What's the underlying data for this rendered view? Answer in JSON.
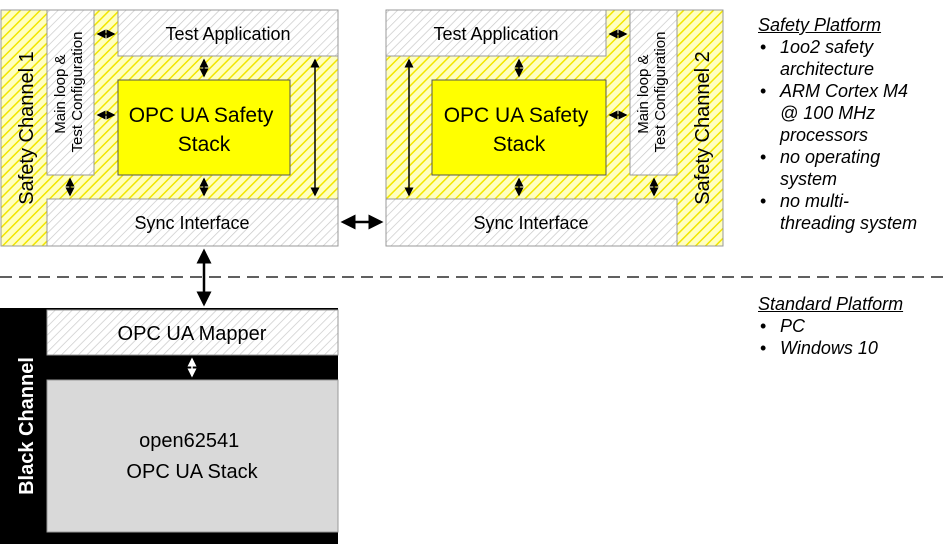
{
  "channels": {
    "safety1_label": "Safety Channel 1",
    "safety2_label": "Safety Channel 2",
    "black_label": "Black Channel"
  },
  "boxes": {
    "test_app_1": "Test Application",
    "test_app_2": "Test Application",
    "safety_stack_1": [
      "OPC UA Safety",
      "Stack"
    ],
    "safety_stack_2": [
      "OPC UA Safety",
      "Stack"
    ],
    "main_loop_1": [
      "Main loop &",
      "Test Configuration"
    ],
    "main_loop_2": [
      "Main loop &",
      "Test Configuration"
    ],
    "sync_1": "Sync Interface",
    "sync_2": "Sync Interface",
    "mapper": "OPC UA Mapper",
    "open62541": [
      "open62541",
      "OPC UA Stack"
    ]
  },
  "legend": {
    "safety": {
      "heading": "Safety Platform",
      "items": [
        [
          "1oo2 safety",
          "architecture"
        ],
        [
          "ARM Cortex M4",
          "@ 100 MHz",
          "processors"
        ],
        [
          "no operating",
          "system"
        ],
        [
          "no multi-",
          "threading system"
        ]
      ]
    },
    "standard": {
      "heading": "Standard Platform",
      "items": [
        [
          "PC"
        ],
        [
          "Windows 10"
        ]
      ]
    }
  },
  "colors": {
    "safety_yellow": "#ffff00",
    "channel_hatch_bg": "#fbfbc8",
    "hatch_line": "#d8d8d8",
    "black_channel": "#000000",
    "open62541_fill": "#d9d9d9"
  }
}
